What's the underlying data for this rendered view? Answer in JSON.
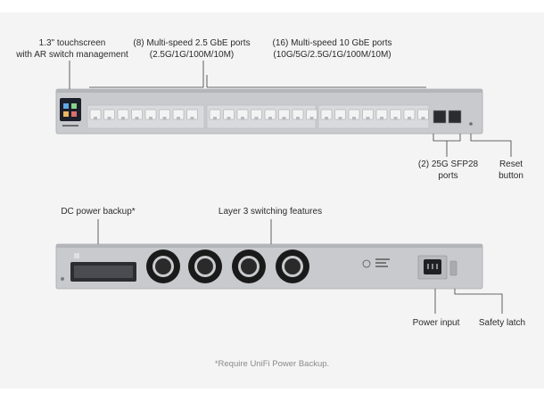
{
  "callouts": {
    "touchscreen": [
      "1.3\" touchscreen",
      "with AR switch management"
    ],
    "ports_2_5g": [
      "(8) Multi-speed 2.5 GbE ports",
      "(2.5G/1G/100M/10M)"
    ],
    "ports_10g": [
      "(16) Multi-speed 10 GbE ports",
      "(10G/5G/2.5G/1G/100M/10M)"
    ],
    "sfp28": [
      "(2) 25G SFP28",
      "ports"
    ],
    "reset": [
      "Reset",
      "button"
    ],
    "dc_power": "DC power backup*",
    "layer3": "Layer 3 switching features",
    "power_input": "Power input",
    "safety_latch": "Safety latch"
  },
  "footnote": "*Require UniFi Power Backup.",
  "colors": {
    "chassis": "#c9cacd",
    "chassis_dark": "#b3b5b9",
    "port_bay": "#d9dadd",
    "port": "#f3f3f3",
    "screen": "#1b1f2a",
    "leader": "#3a3a3a",
    "fan": "#1a1a1a"
  }
}
